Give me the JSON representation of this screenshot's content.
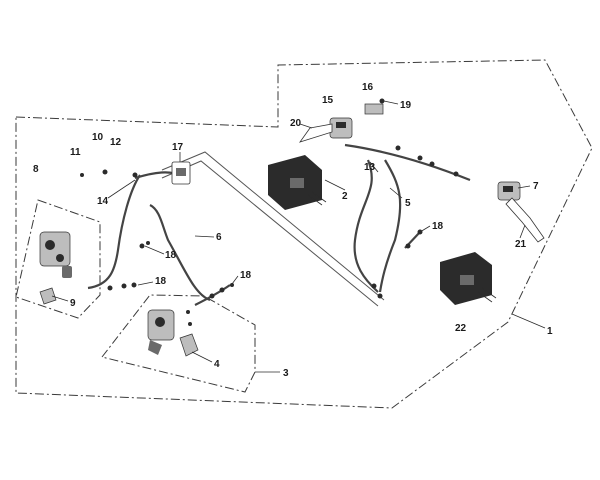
{
  "callouts": {
    "c1": "1",
    "c2": "2",
    "c3": "3",
    "c4": "4",
    "c5": "5",
    "c6": "6",
    "c7": "7",
    "c8": "8",
    "c9": "9",
    "c10": "10",
    "c11": "11",
    "c12": "12",
    "c13": "13",
    "c14": "14",
    "c15": "15",
    "c16": "16",
    "c17": "17",
    "c18a": "18",
    "c18b": "18",
    "c18c": "18",
    "c18d": "18",
    "c19": "19",
    "c20": "20",
    "c21": "21",
    "c22": "22"
  }
}
